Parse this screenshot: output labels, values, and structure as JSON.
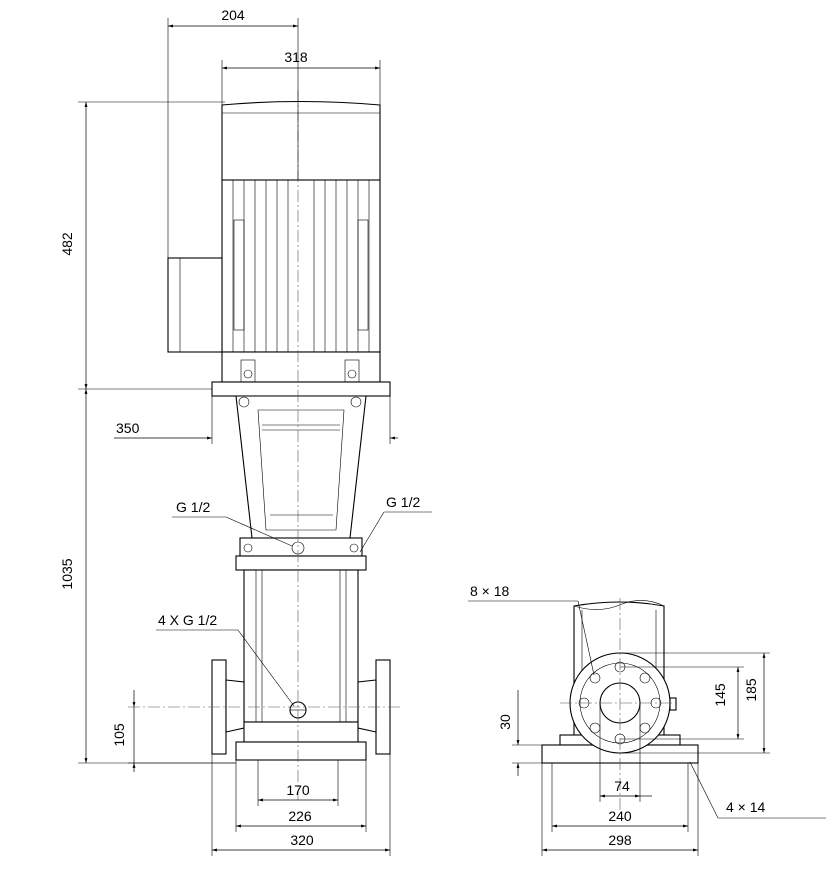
{
  "front_view": {
    "dimensions": {
      "top_offset": "204",
      "motor_width": "318",
      "motor_height": "482",
      "pump_height": "1035",
      "coupling_width": "350",
      "port_center_height": "105",
      "base_inner": "170",
      "base_mid": "226",
      "base_outer": "320"
    },
    "callouts": {
      "vent_left": "G 1/2",
      "vent_right": "G 1/2",
      "drain": "4 X G 1/2"
    }
  },
  "side_view": {
    "dimensions": {
      "base_height": "30",
      "flange_bolt_circle": "145",
      "flange_outer": "185",
      "port_bore": "74",
      "base_inner": "240",
      "base_outer": "298"
    },
    "callouts": {
      "flange_holes": "8 × 18",
      "base_holes": "4 × 14"
    }
  }
}
